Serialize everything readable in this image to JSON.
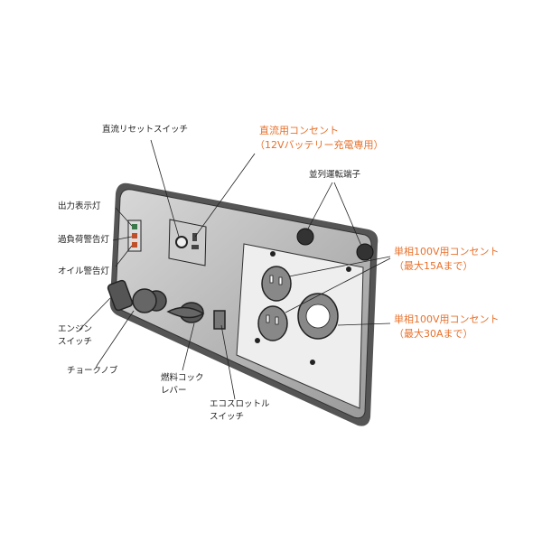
{
  "labels": {
    "dc_reset_switch": "直流リセットスイッチ",
    "dc_outlet_line1": "直流用コンセント",
    "dc_outlet_line2": "（12Vバッテリー充電専用）",
    "parallel_terminal": "並列運転端子",
    "output_lamp": "出力表示灯",
    "overload_lamp": "過負荷警告灯",
    "oil_lamp": "オイル警告灯",
    "engine_switch_line1": "エンジン",
    "engine_switch_line2": "スイッチ",
    "choke_knob": "チョークノブ",
    "fuel_lever_line1": "燃料コック",
    "fuel_lever_line2": "レバー",
    "eco_switch_line1": "エコスロットル",
    "eco_switch_line2": "スイッチ",
    "ac15_line1": "単相100V用コンセント",
    "ac15_line2": "（最大15Aまで）",
    "ac30_line1": "単相100V用コンセント",
    "ac30_line2": "（最大30Aまで）"
  },
  "colors": {
    "accent": "#e8702a",
    "panel": "#b8b8b8",
    "plate": "#eeeeee"
  }
}
